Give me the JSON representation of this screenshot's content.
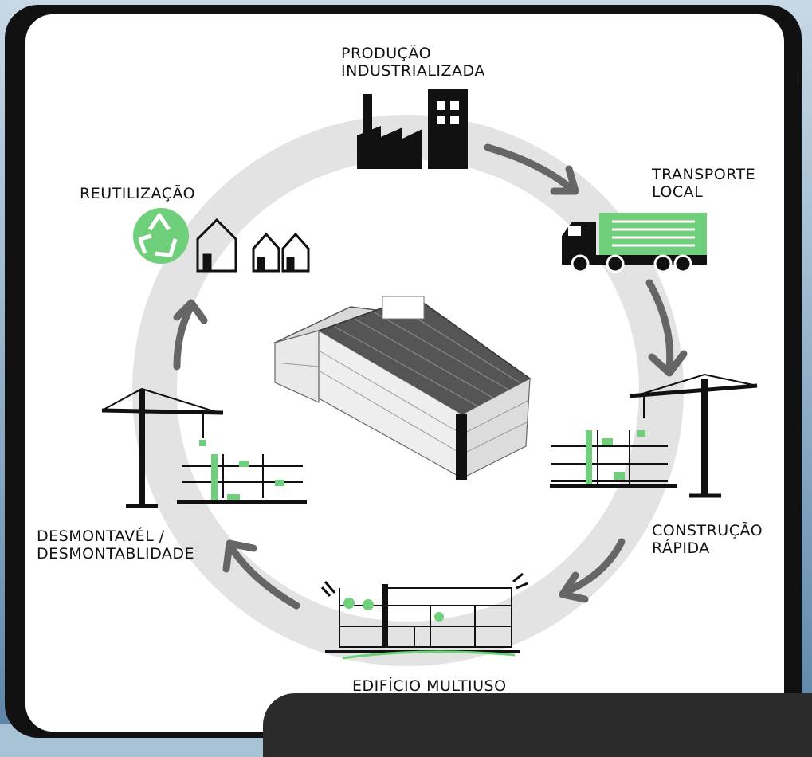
{
  "colors": {
    "accent_green": "#6fcf7a",
    "ring_gray": "#e3e3e3",
    "arrow_gray": "#666666",
    "ink": "#111111"
  },
  "stages": {
    "producao": {
      "line1": "PRODUÇÃO",
      "line2": "INDUSTRIALIZADA",
      "icon": "factory-icon"
    },
    "transporte": {
      "line1": "TRANSPORTE",
      "line2": "LOCAL",
      "icon": "truck-icon"
    },
    "construcao": {
      "line1": "CONSTRUÇÃO",
      "line2": "RÁPIDA",
      "icon": "crane-icon"
    },
    "edificio": {
      "line1": "EDIFÍCIO MULTIUSO",
      "icon": "building-section-icon"
    },
    "desmontavel": {
      "line1": "DESMONTAVÉL /",
      "line2": "DESMONTABLIDADE",
      "icon": "crane-icon"
    },
    "reutilizacao": {
      "line1": "REUTILIZAÇÃO",
      "icon": "recycle-icon"
    }
  }
}
